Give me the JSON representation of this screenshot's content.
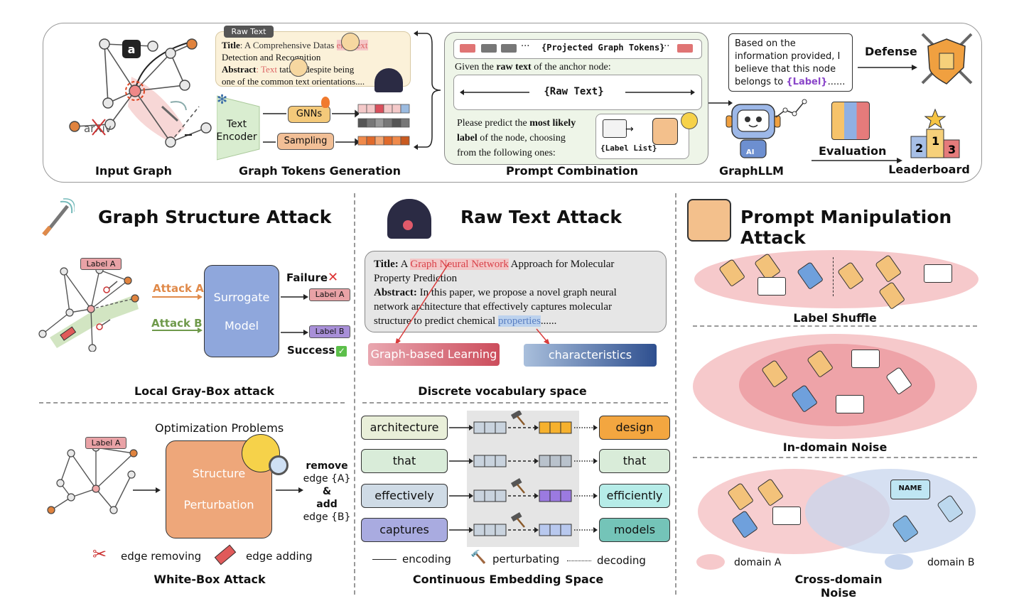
{
  "top_panel": {
    "input_graph": {
      "caption": "Input Graph",
      "logo_amazon": "a",
      "logo_arxiv": "arXiv"
    },
    "raw_text_box": {
      "tag": "Raw Text",
      "title_label": "Title",
      "title_text": ": A Comprehensive Datas",
      "title_tail": "ene Text",
      "title_line2": "Detection and Recognition",
      "abstract_label": "Abstract",
      "abstract_text": ": Text",
      "abstract_tail": "tation, despite being",
      "abstract_line2": "one of the common text orientations...."
    },
    "graph_tokens": {
      "caption": "Graph Tokens Generation",
      "encoder_label": "Text Encoder",
      "gnns_label": "GNNs",
      "sampling_label": "Sampling"
    },
    "prompt": {
      "caption": "Prompt Combination",
      "projected_label": "{Projected Graph Tokens}",
      "ellipsis": "···",
      "given_pre": "Given the ",
      "given_bold": "raw text",
      "given_post": " of the anchor node:",
      "raw_text_label": "{Raw Text}",
      "predict_pre": "Please predict the ",
      "predict_bold1": "most likely",
      "predict_bold2": "label",
      "predict_post": " of the node, choosing",
      "predict_line3": "from the following ones:",
      "label_list": "{Label List}"
    },
    "graphllm": {
      "caption": "GraphLLM",
      "speech_1": "Based on the",
      "speech_2": "information provided, I",
      "speech_3": "believe that this node",
      "speech_4": "belongs to ",
      "speech_label": "{Label}",
      "speech_dots": "......",
      "ai_tag": "AI"
    },
    "defense_label": "Defense",
    "evaluation_label": "Evaluation",
    "leaderboard_label": "Leaderboard",
    "podium": [
      "2",
      "1",
      "3"
    ]
  },
  "graph_structure": {
    "title": "Graph Structure Attack",
    "label_a": "Label A",
    "attack_a": "Attack A",
    "attack_b": "Attack B",
    "surrogate_1": "Surrogate",
    "surrogate_2": "Model",
    "failure": "Failure",
    "failure_mark": "✕",
    "success": "Success",
    "success_mark": "✓",
    "out_label_a": "Label A",
    "out_label_b": "Label B",
    "gray_box_caption": "Local Gray-Box attack",
    "opt_problems": "Optimization Problems",
    "label_a2": "Label A",
    "perturb_1": "Structure",
    "perturb_2": "Perturbation",
    "remove": "remove",
    "edge_a": "edge {A}",
    "amp": "&",
    "add": "add",
    "edge_b": "edge {B}",
    "legend_remove": "edge removing",
    "legend_add": "edge adding",
    "white_box_caption": "White-Box Attack"
  },
  "raw_text_attack": {
    "title": "Raw Text Attack",
    "text_title_label": "Title:",
    "text_title_pre": " A ",
    "text_title_hl": "Graph Neural Network",
    "text_title_post": " Approach for Molecular",
    "text_line2": "Property Prediction",
    "text_abstract_label": "Abstract:",
    "text_abstract_1": " In this paper, we propose a novel graph neural",
    "text_line4": "network architecture that effectively captures molecular",
    "text_line5_pre": "structure to predict chemical ",
    "text_line5_hl": "properties",
    "text_line5_post": "......",
    "replace_1": "Graph-based Learning",
    "replace_2": "characteristics",
    "discrete_caption": "Discrete vocabulary space",
    "words_in": [
      "architecture",
      "that",
      "effectively",
      "captures"
    ],
    "words_out": [
      "design",
      "that",
      "efficiently",
      "models"
    ],
    "legend_encoding": "encoding",
    "legend_perturbating": "perturbating",
    "legend_decoding": "decoding",
    "continuous_caption": "Continuous Embedding Space"
  },
  "prompt_attack": {
    "title": "Prompt Manipulation Attack",
    "label_shuffle": "Label Shuffle",
    "in_domain": "In-domain Noise",
    "cross_domain": "Cross-domain Noise",
    "domain_a": "domain A",
    "domain_b": "domain B",
    "name_tag": "NAME"
  },
  "colors": {
    "surrogate": "#8fa7dc",
    "perturb": "#eea77a",
    "attack_a": "#e08a4a",
    "attack_b": "#6f9a4b",
    "label_pink": "#e9a2a6",
    "label_purple": "#a88fd8",
    "red_text": "#d9424a",
    "blue_text": "#6b8ec9",
    "graph_red": "#d94f5c",
    "graph_blue": "#2e4f8f"
  }
}
